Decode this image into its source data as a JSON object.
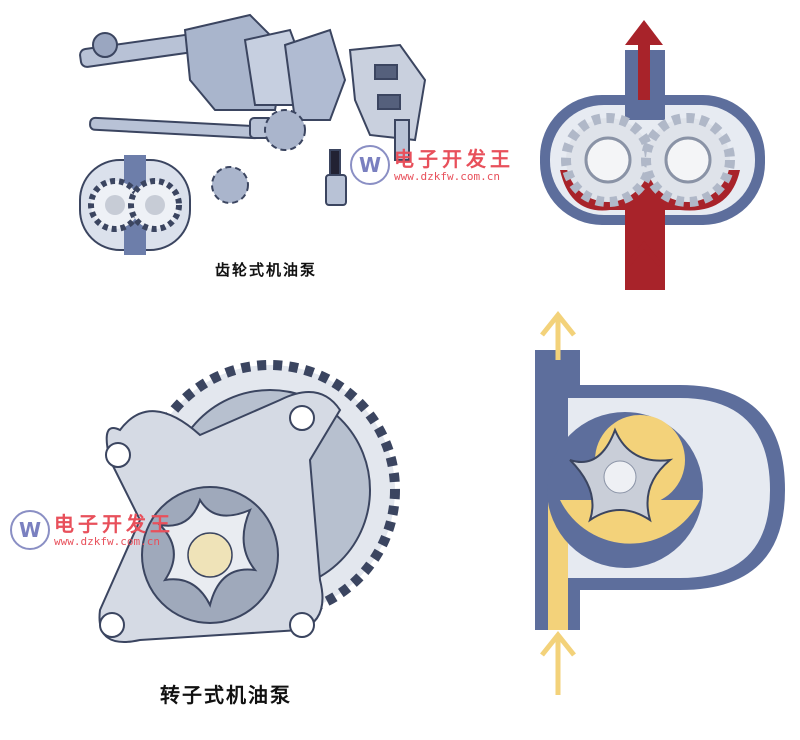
{
  "captions": {
    "gear_pump": "齿轮式机油泵",
    "rotor_pump": "转子式机油泵"
  },
  "watermark": {
    "logo_letter": "W",
    "name": "电子开发王",
    "url": "www.dzkfw.com.cn"
  },
  "colors": {
    "oil_red": "#a8232a",
    "oil_yellow": "#f3d27a",
    "housing_blue": "#5d6e9c",
    "metal": "#c9d0de",
    "watermark": "#e8505b"
  }
}
